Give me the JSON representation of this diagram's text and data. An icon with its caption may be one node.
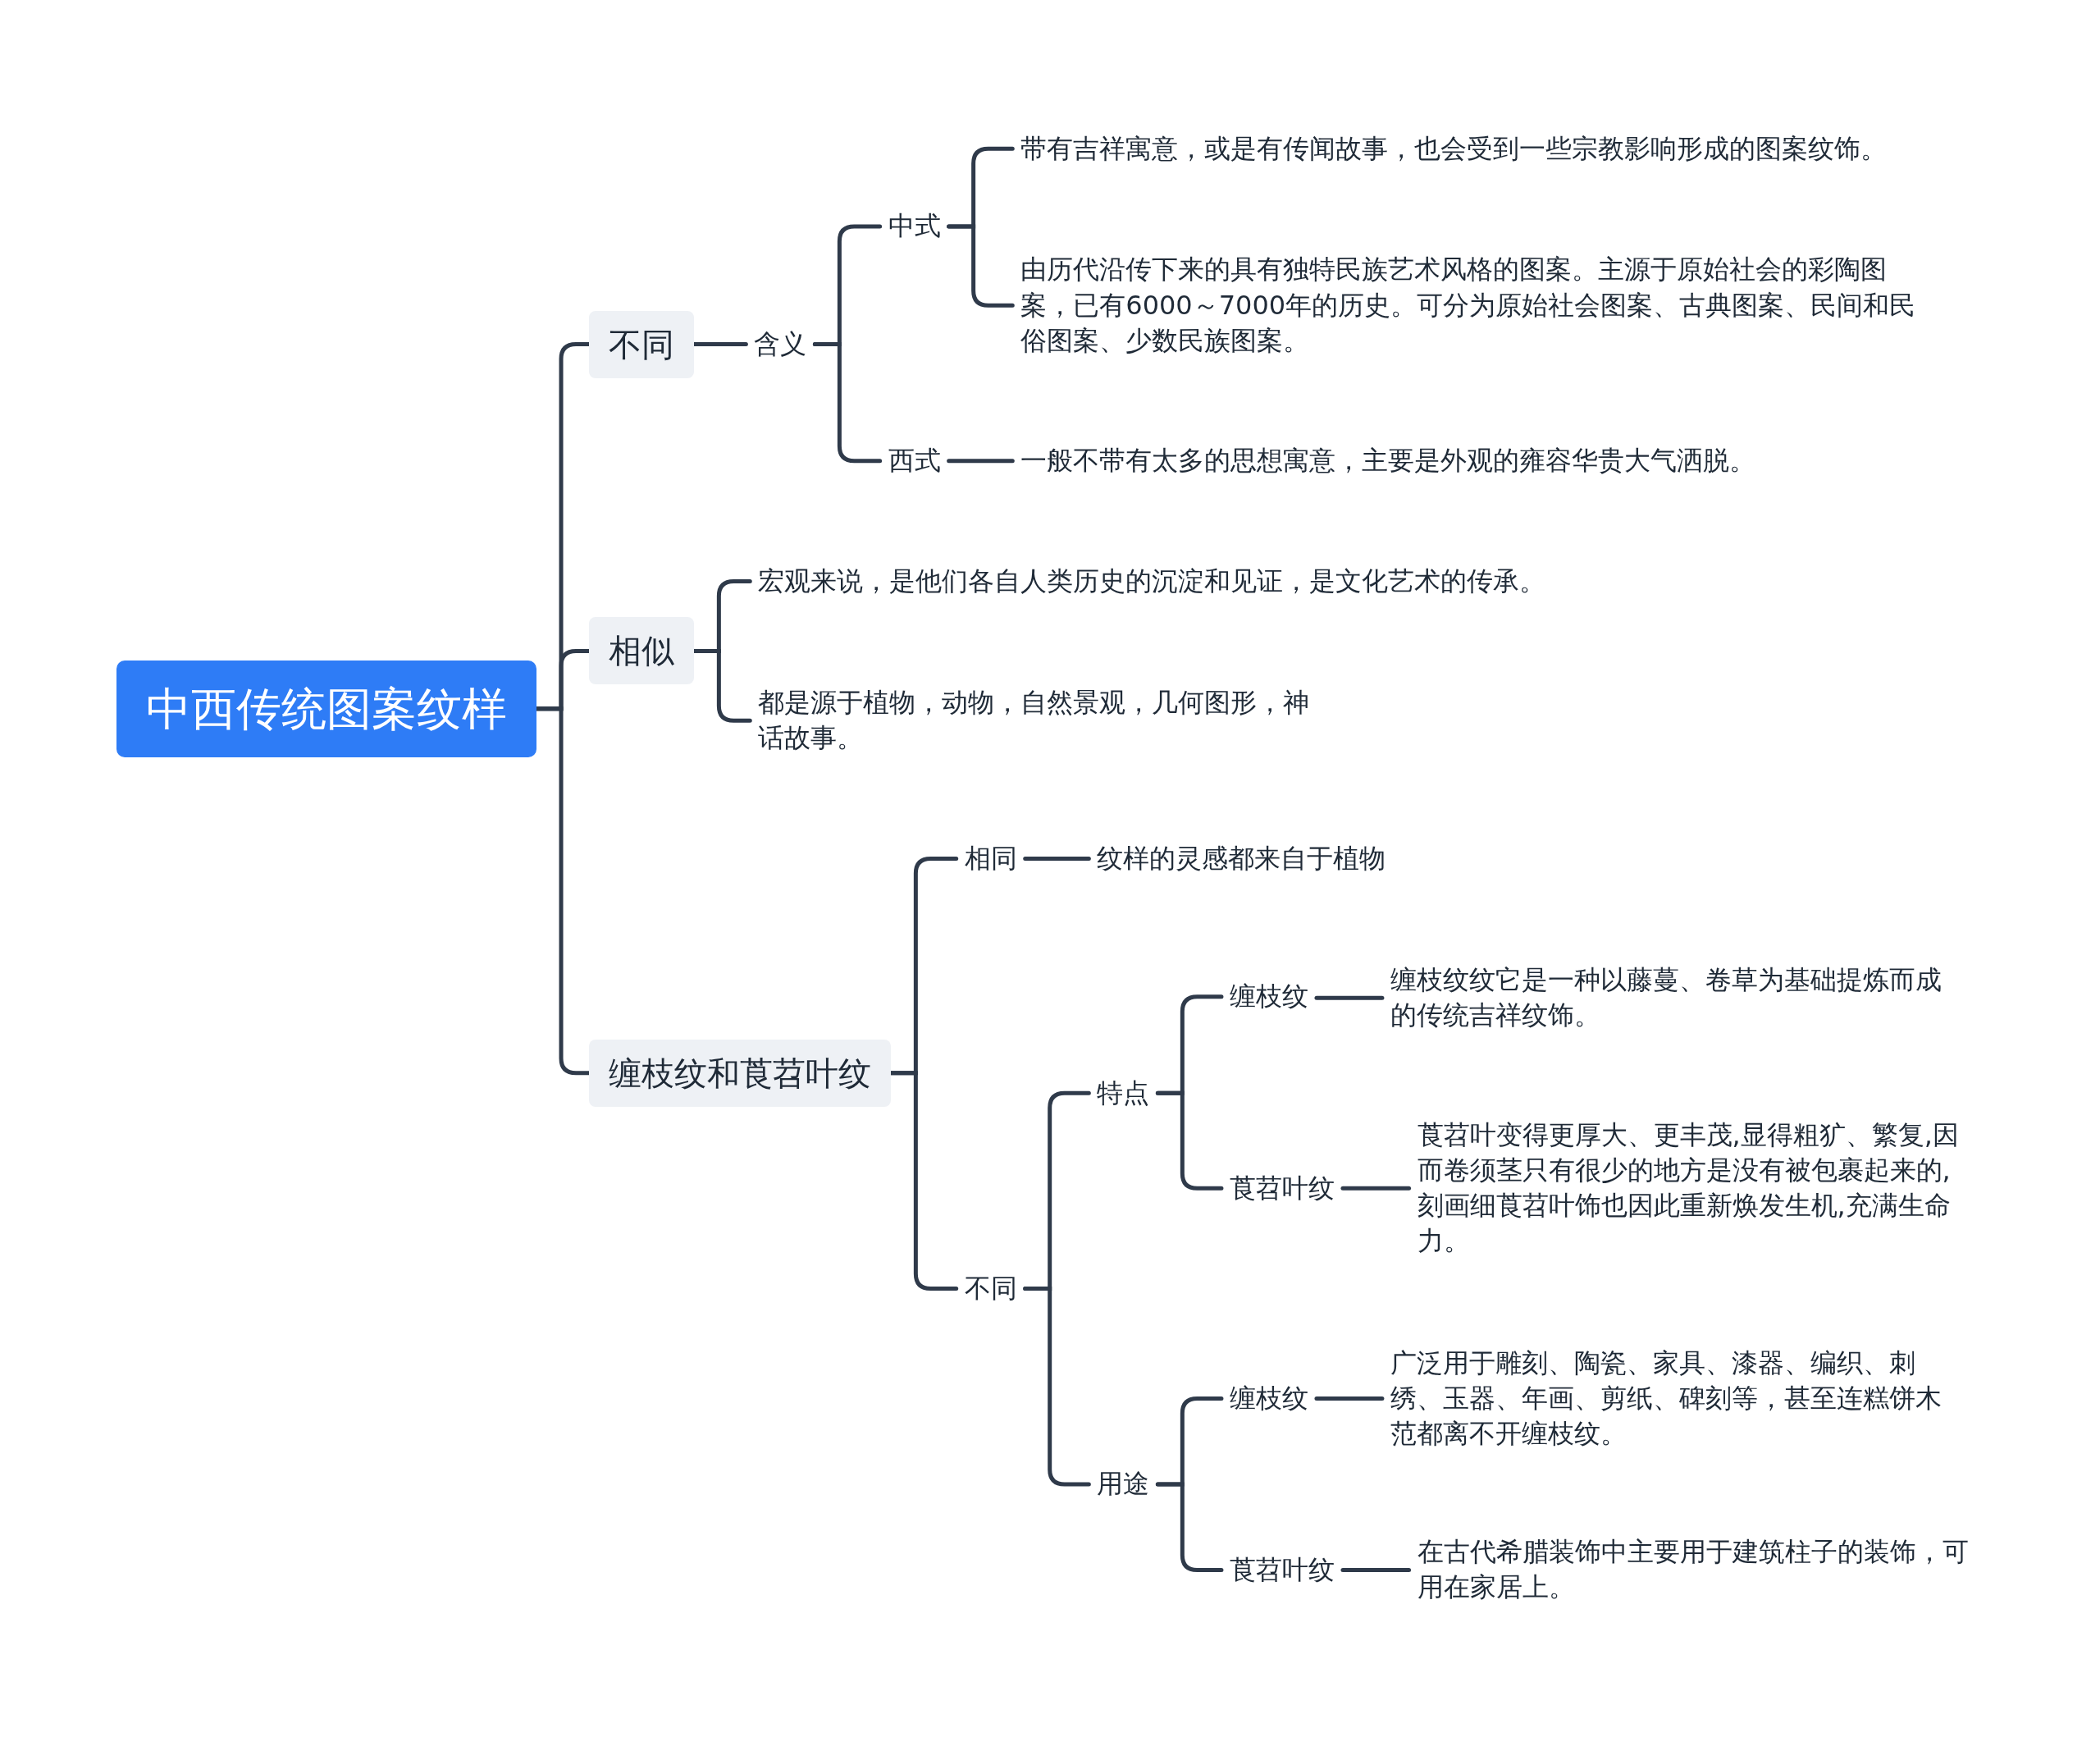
{
  "diagram": {
    "nodes": [
      {
        "text": [
          "中西传统图案纹样"
        ]
      },
      {
        "text": [
          "不同"
        ]
      },
      {
        "text": [
          "含义"
        ]
      },
      {
        "text": [
          "中式"
        ]
      },
      {
        "text": [
          "带有吉祥寓意，或是有传闻故事，也会受到一些宗教影响形成的图案纹饰。"
        ]
      },
      {
        "text": [
          "由历代沿传下来的具有独特民族艺术风格的图案。主源于原始社会的彩陶图案，已有6000～7000年的历史。可分为原始社会图案、古典图案、民间和民俗图案、少数民族图案。"
        ]
      },
      {
        "text": [
          "西式"
        ]
      },
      {
        "text": [
          "一般不带有太多的思想寓意，主要是外观的雍容华贵大气洒脱。"
        ]
      },
      {
        "text": [
          "相似"
        ]
      },
      {
        "text": [
          "宏观来说，是他们各自人类历史的沉淀和见证，是文化艺术的传承。"
        ]
      },
      {
        "text": [
          "都是源于植物，动物，自然景观，几何图形，神话故事。"
        ]
      },
      {
        "text": [
          "缠枝纹和莨苕叶纹"
        ]
      },
      {
        "text": [
          "相同"
        ]
      },
      {
        "text": [
          "纹样的灵感都来自于植物"
        ]
      },
      {
        "text": [
          "不同"
        ]
      },
      {
        "text": [
          "特点"
        ]
      },
      {
        "text": [
          "缠枝纹"
        ]
      },
      {
        "text": [
          "缠枝纹纹它是一种以藤蔓、卷草为基础提炼而成的传统吉祥纹饰。"
        ]
      },
      {
        "text": [
          "莨苕叶纹"
        ]
      },
      {
        "text": [
          "莨苕叶变得更厚大、更丰茂,显得粗犷、繁复,因而卷须茎只有很少的地方是没有被包裹起来的,刻画细莨苕叶饰也因此重新焕发生机,充满生命力。"
        ]
      },
      {
        "text": [
          "用途"
        ]
      },
      {
        "text": [
          "缠枝纹"
        ]
      },
      {
        "text": [
          "广泛用于雕刻、陶瓷、家具、漆器、编织、刺绣、玉器、年画、剪纸、碑刻等，甚至连糕饼木范都离不开缠枝纹。"
        ]
      },
      {
        "text": [
          "莨苕叶纹"
        ]
      },
      {
        "text": [
          "在古代希腊装饰中主要用于建筑柱子的装饰，可用在家居上。"
        ]
      }
    ],
    "edges": [
      {
        "from": 0,
        "to": 1,
        "arrow": "none"
      },
      {
        "from": 0,
        "to": 8,
        "arrow": "none"
      },
      {
        "from": 0,
        "to": 11,
        "arrow": "none"
      },
      {
        "from": 1,
        "to": 2,
        "arrow": "none"
      },
      {
        "from": 2,
        "to": 3,
        "arrow": "none"
      },
      {
        "from": 2,
        "to": 6,
        "arrow": "none"
      },
      {
        "from": 3,
        "to": 4,
        "arrow": "none"
      },
      {
        "from": 3,
        "to": 5,
        "arrow": "none"
      },
      {
        "from": 6,
        "to": 7,
        "arrow": "none"
      },
      {
        "from": 8,
        "to": 9,
        "arrow": "none"
      },
      {
        "from": 8,
        "to": 10,
        "arrow": "none"
      },
      {
        "from": 11,
        "to": 12,
        "arrow": "none"
      },
      {
        "from": 11,
        "to": 14,
        "arrow": "none"
      },
      {
        "from": 12,
        "to": 13,
        "arrow": "none"
      },
      {
        "from": 14,
        "to": 15,
        "arrow": "none"
      },
      {
        "from": 14,
        "to": 20,
        "arrow": "none"
      },
      {
        "from": 15,
        "to": 16,
        "arrow": "none"
      },
      {
        "from": 15,
        "to": 18,
        "arrow": "none"
      },
      {
        "from": 16,
        "to": 17,
        "arrow": "none"
      },
      {
        "from": 18,
        "to": 19,
        "arrow": "none"
      },
      {
        "from": 20,
        "to": 21,
        "arrow": "none"
      },
      {
        "from": 20,
        "to": 23,
        "arrow": "none"
      },
      {
        "from": 21,
        "to": 22,
        "arrow": "none"
      },
      {
        "from": 23,
        "to": 24,
        "arrow": "none"
      }
    ]
  }
}
